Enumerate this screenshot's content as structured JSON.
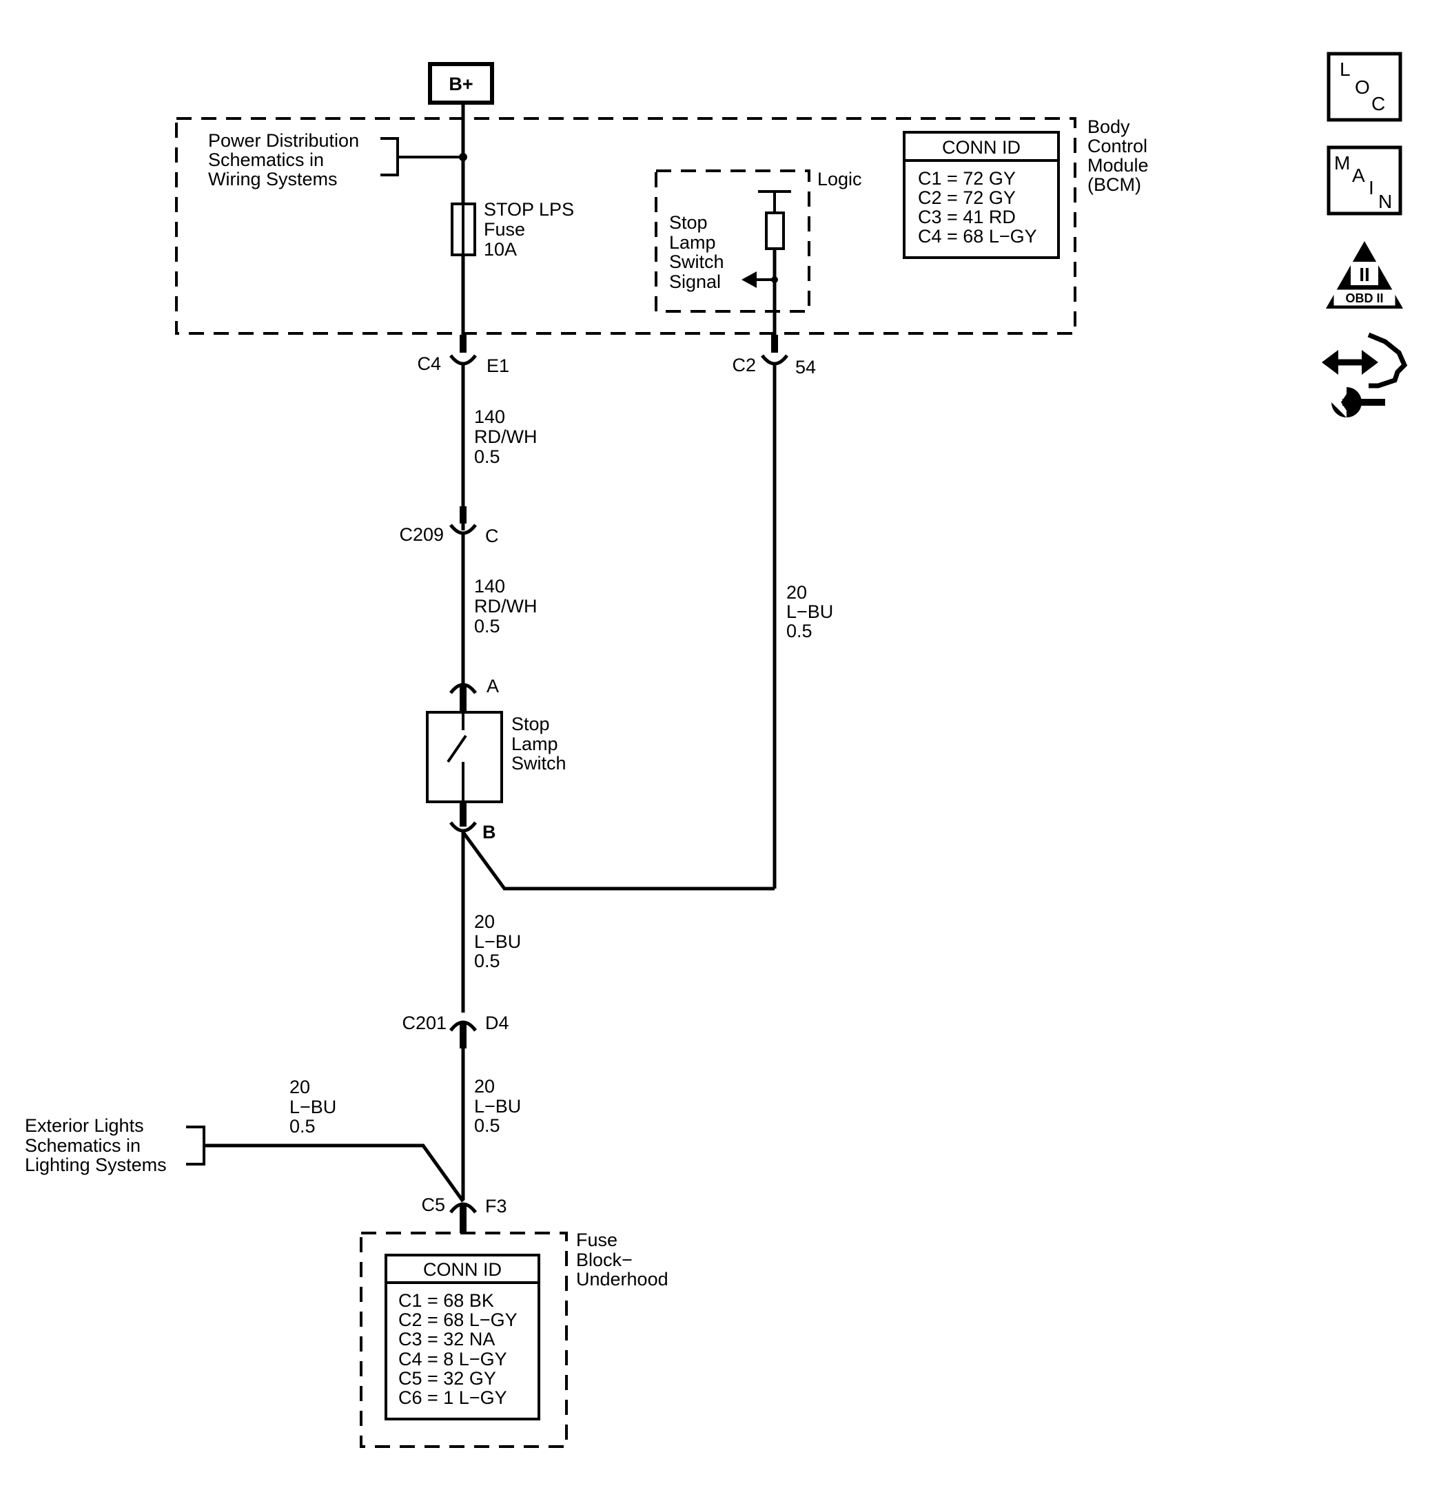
{
  "battery": {
    "label": "B+"
  },
  "bcm": {
    "name_lines": [
      "Body",
      "Control",
      "Module",
      "(BCM)"
    ],
    "conn_id_title": "CONN ID",
    "conn_ids": [
      "C1 = 72 GY",
      "C2 = 72 GY",
      "C3 = 41 RD",
      "C4 = 68 L−GY"
    ]
  },
  "power_dist_ref": {
    "lines": [
      "Power Distribution",
      "Schematics in",
      "Wiring Systems"
    ]
  },
  "fuse": {
    "lines": [
      "STOP LPS",
      "Fuse",
      "10A"
    ]
  },
  "logic": {
    "label": "Logic",
    "signal_lines": [
      "Stop",
      "Lamp",
      "Switch",
      "Signal"
    ]
  },
  "connectors": {
    "c4_e1": {
      "conn": "C4",
      "pin": "E1"
    },
    "c2_54": {
      "conn": "C2",
      "pin": "54"
    },
    "c209_c": {
      "conn": "C209",
      "pin": "C"
    },
    "switch_a": {
      "pin": "A"
    },
    "switch_b": {
      "pin": "B"
    },
    "c201_d4": {
      "conn": "C201",
      "pin": "D4"
    },
    "c5_f3": {
      "conn": "C5",
      "pin": "F3"
    }
  },
  "wires": {
    "w1": [
      "140",
      "RD/WH",
      "0.5"
    ],
    "w2": [
      "140",
      "RD/WH",
      "0.5"
    ],
    "w3": [
      "20",
      "L−BU",
      "0.5"
    ],
    "w4": [
      "20",
      "L−BU",
      "0.5"
    ],
    "w5": [
      "20",
      "L−BU",
      "0.5"
    ],
    "w6": [
      "20",
      "L−BU",
      "0.5"
    ]
  },
  "stop_lamp_switch": {
    "lines": [
      "Stop",
      "Lamp",
      "Switch"
    ]
  },
  "exterior_lights_ref": {
    "lines": [
      "Exterior Lights",
      "Schematics in",
      "Lighting Systems"
    ]
  },
  "fuse_block": {
    "name_lines": [
      "Fuse",
      "Block−",
      "Underhood"
    ],
    "conn_id_title": "CONN ID",
    "conn_ids": [
      "C1 = 68 BK",
      "C2 = 68 L−GY",
      "C3 = 32 NA",
      "C4 = 8 L−GY",
      "C5 = 32 GY",
      "C6 = 1 L−GY"
    ]
  },
  "side_icons": {
    "loc": {
      "icon": "loc-icon",
      "letters": [
        "L",
        "O",
        "C"
      ]
    },
    "main": {
      "icon": "main-icon",
      "letters": [
        "M",
        "A",
        "I",
        "N"
      ]
    },
    "obd": {
      "icon": "obd-ii-icon",
      "numeral": "II",
      "caption": "OBD II"
    },
    "service": {
      "icon": "wrench-arrows-icon"
    }
  }
}
